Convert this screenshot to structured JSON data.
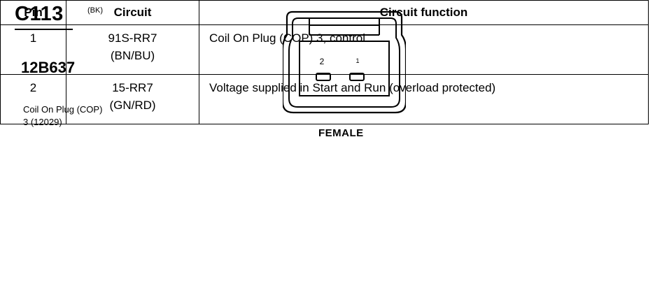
{
  "connector": {
    "id": "C113",
    "color_code": "(BK)",
    "part_number": "12B637",
    "description_line1": "Coil On Plug (COP)",
    "description_line2": "3 (12029)",
    "view_label": "FEMALE",
    "cavity_labels": [
      "2",
      "1"
    ]
  },
  "table": {
    "headers": {
      "pin": "Pin",
      "circuit": "Circuit",
      "function": "Circuit function"
    },
    "rows": [
      {
        "pin": "1",
        "circuit": "91S-RR7",
        "wire_color": "(BN/BU)",
        "function": "Coil On Plug (COP) 3, control"
      },
      {
        "pin": "2",
        "circuit": "15-RR7",
        "wire_color": "(GN/RD)",
        "function": "Voltage supplied in Start and Run (overload protected)"
      }
    ]
  }
}
